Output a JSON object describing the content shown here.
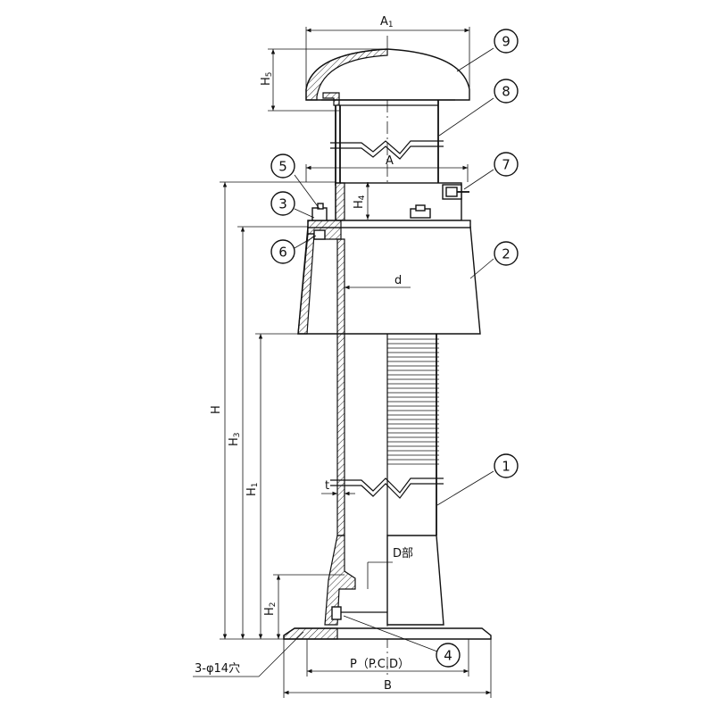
{
  "callouts": [
    "1",
    "2",
    "3",
    "4",
    "5",
    "6",
    "7",
    "8",
    "9"
  ],
  "dimensions": {
    "a1": "A",
    "a1_sub": "1",
    "a": "A",
    "h5": "H",
    "h5_sub": "5",
    "h4": "H",
    "h4_sub": "4",
    "h": "H",
    "h3": "H",
    "h3_sub": "3",
    "h1": "H",
    "h1_sub": "1",
    "h2": "H",
    "h2_sub": "2",
    "d": "d",
    "t": "t",
    "d_part": "D部",
    "holes": "3-φ14穴",
    "p": "P（P.C.D）",
    "b": "B"
  }
}
